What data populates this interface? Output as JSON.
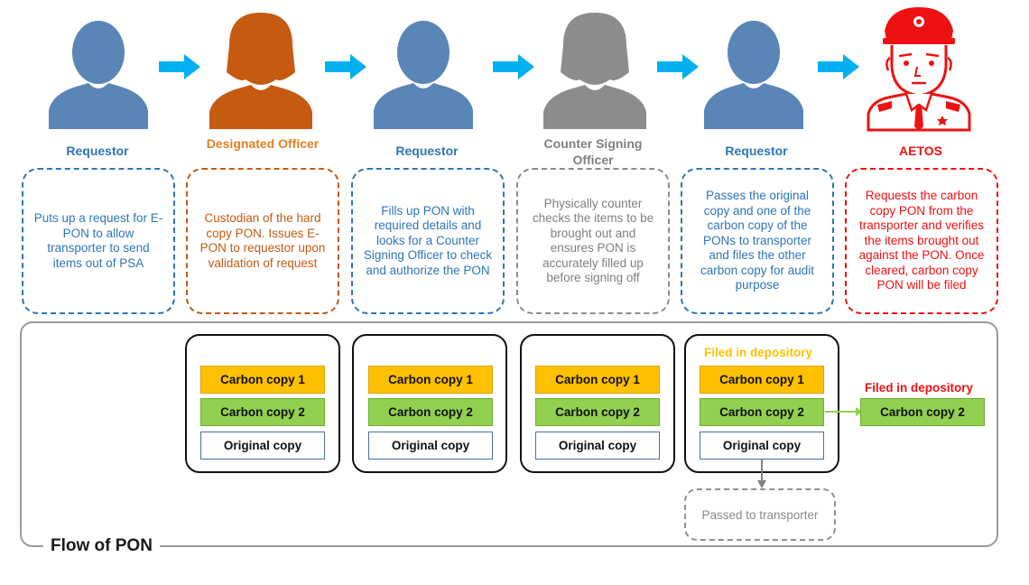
{
  "colors": {
    "requestor": "#5a86b7",
    "designated": "#c55a11",
    "countersign": "#7f7f7f",
    "aetos": "#ee1111",
    "arrow": "#00b0f0",
    "carbon1": "#ffc000",
    "carbon2": "#92d050"
  },
  "roles": [
    {
      "label": "Requestor",
      "description": "Puts up a request for E-PON to allow transporter to send items out of PSA"
    },
    {
      "label": "Designated Officer",
      "description": "Custodian of the hard copy PON. Issues E-PON to requestor upon validation of request"
    },
    {
      "label": "Requestor",
      "description": "Fills up PON with required details and looks for a Counter Signing Officer to check and authorize the PON"
    },
    {
      "label": "Counter Signing Officer",
      "description": "Physically counter checks the items to be brought out and ensures PON is accurately filled up before signing off"
    },
    {
      "label": "Requestor",
      "description": "Passes the original copy and one of the carbon copy of the PONs to transporter and files the other carbon copy for audit purpose"
    },
    {
      "label": "AETOS",
      "description": "Requests the carbon copy PON from the transporter and verifies the items brought out against the PON. Once cleared, carbon copy PON will be filed"
    }
  ],
  "flow": {
    "title": "Flow of PON",
    "carbon_copy_1": "Carbon copy 1",
    "carbon_copy_2": "Carbon copy 2",
    "original_copy": "Original copy",
    "filed_in_depository": "Filed in depository",
    "passed_to_transporter": "Passed to transporter"
  }
}
